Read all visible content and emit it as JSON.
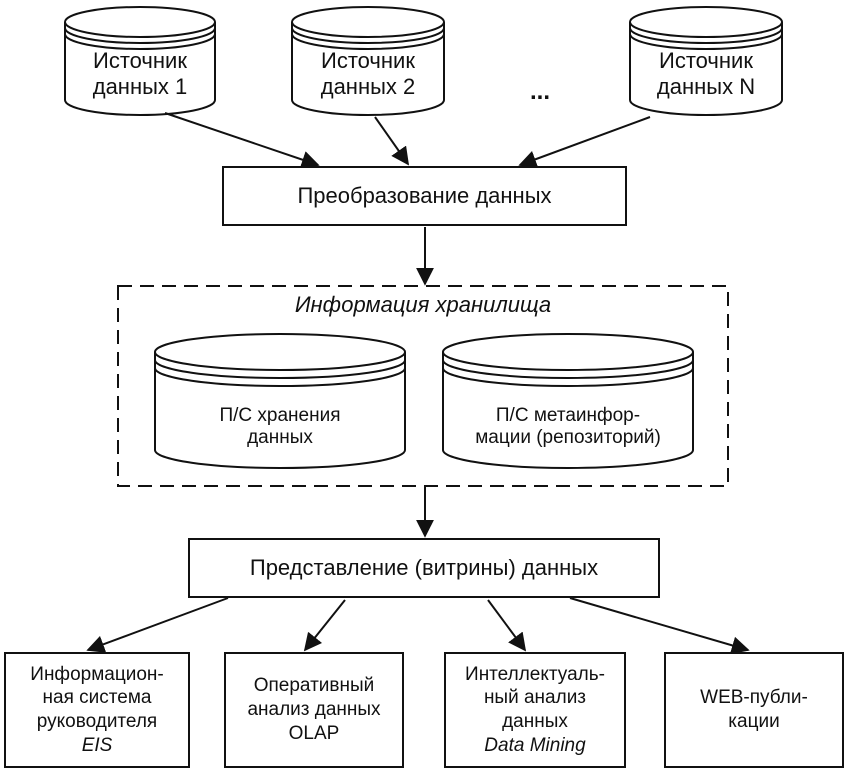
{
  "sources": [
    {
      "line1": "Источник",
      "line2": "данных 1"
    },
    {
      "line1": "Источник",
      "line2": "данных 2"
    },
    {
      "line1": "Источник",
      "line2": "данных N"
    }
  ],
  "ellipsis": "...",
  "transform_box": "Преобразование данных",
  "warehouse": {
    "title": "Информация хранилища",
    "storage": {
      "line1": "П/С хранения",
      "line2": "данных"
    },
    "meta": {
      "line1": "П/С метаинфор-",
      "line2": "мации (репозиторий)"
    }
  },
  "presentation_box": "Представление (витрины) данных",
  "consumers": [
    {
      "lines": [
        "Информацион-",
        "ная система",
        "руководителя"
      ],
      "italic": "EIS"
    },
    {
      "lines": [
        "Оперативный",
        "анализ данных"
      ],
      "italic": "OLAP"
    },
    {
      "lines": [
        "Интеллектуаль-",
        "ный анализ",
        "данных"
      ],
      "italic": "Data Mining"
    },
    {
      "lines": [
        "WEB-публи-",
        "кации"
      ],
      "italic": ""
    }
  ]
}
